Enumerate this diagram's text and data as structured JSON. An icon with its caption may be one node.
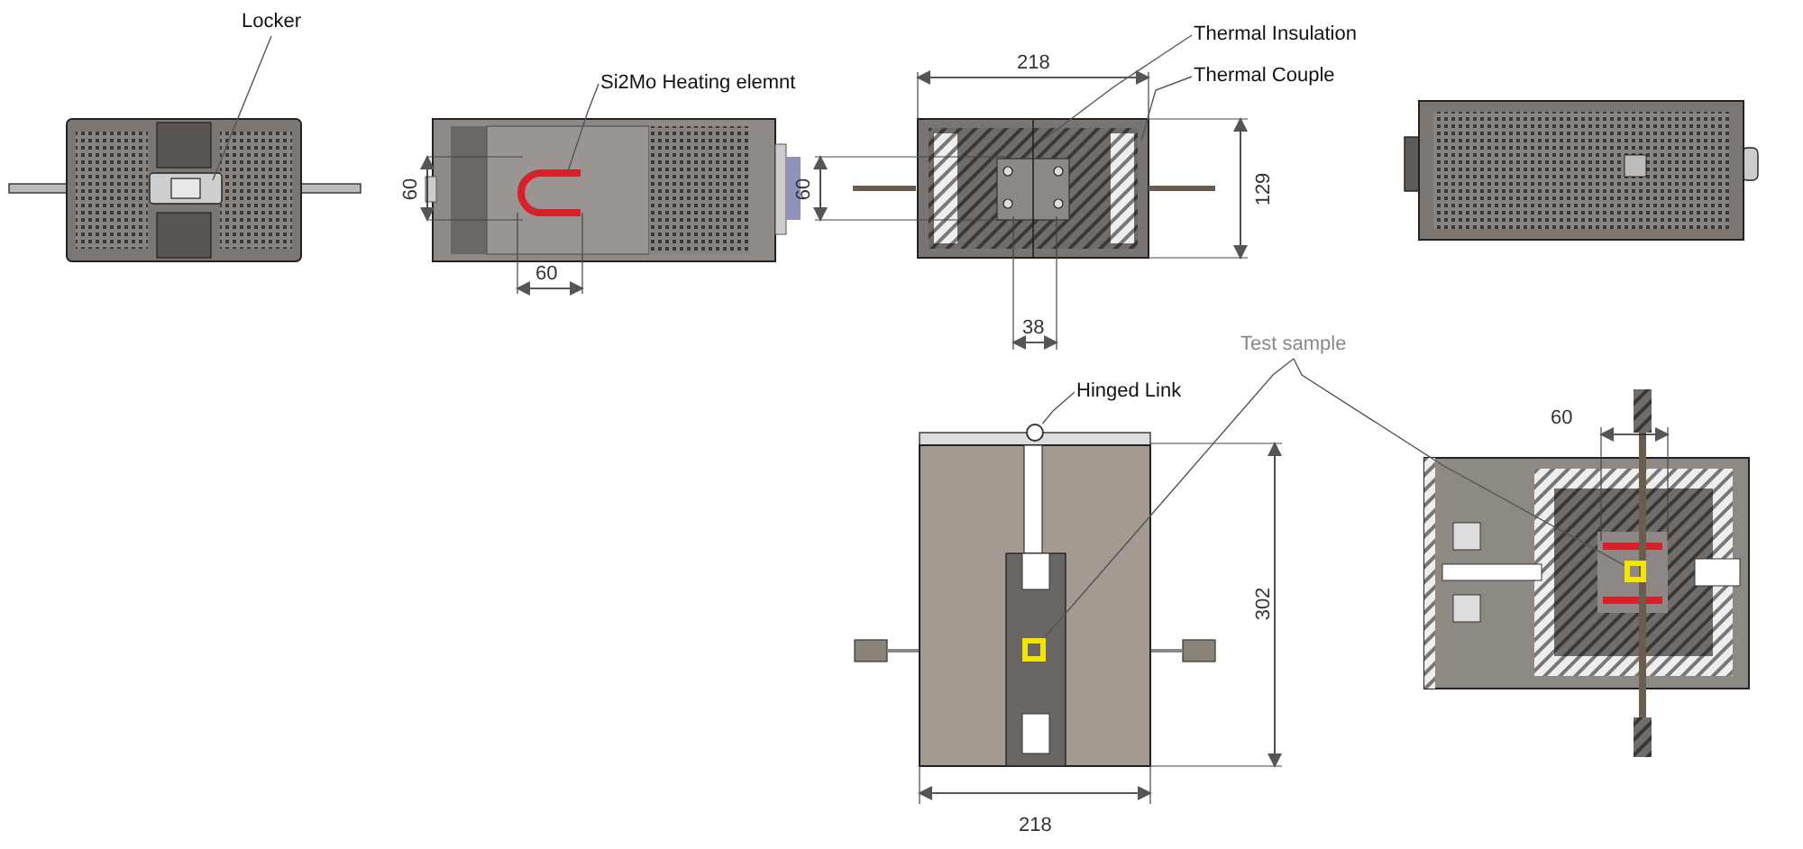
{
  "diagram": {
    "nodes": [
      {
        "text": [
          "Locker"
        ]
      },
      {
        "text": [
          "Si2Mo Heating elemnt"
        ]
      },
      {
        "text": [
          "Thermal Insulation"
        ]
      },
      {
        "text": [
          "Thermal Couple"
        ]
      },
      {
        "text": [
          "Hinged Link"
        ]
      },
      {
        "text": [
          "Test sample"
        ]
      },
      {
        "text": [],
        "shape": "box"
      },
      {
        "text": [],
        "shape": "box"
      },
      {
        "text": [],
        "shape": "circle"
      }
    ],
    "edges": [
      {
        "from": 0,
        "to": null,
        "arrow": "none"
      },
      {
        "from": 1,
        "to": null,
        "arrow": "none"
      },
      {
        "from": 2,
        "to": null,
        "arrow": "none"
      },
      {
        "from": 3,
        "to": null,
        "arrow": "none"
      },
      {
        "from": 4,
        "to": 8,
        "arrow": "none"
      },
      {
        "from": 5,
        "to": 6,
        "arrow": "none"
      },
      {
        "from": 5,
        "to": 7,
        "arrow": "none"
      }
    ],
    "labels": [
      "60",
      "60",
      "218",
      "60",
      "129",
      "38",
      "302",
      "218",
      "60"
    ]
  }
}
